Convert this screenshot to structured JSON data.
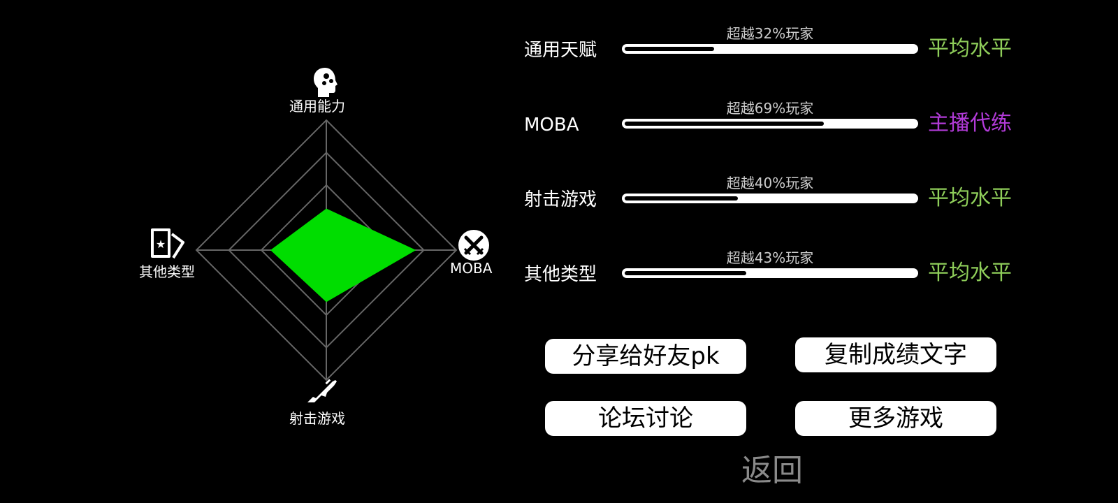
{
  "radar": {
    "axes": [
      {
        "key": "general",
        "label": "通用能力",
        "icon": "head-gears-icon",
        "value": 0.32
      },
      {
        "key": "moba",
        "label": "MOBA",
        "icon": "crossed-swords-icon",
        "value": 0.69
      },
      {
        "key": "shooter",
        "label": "射击游戏",
        "icon": "rifle-icon",
        "value": 0.4
      },
      {
        "key": "other",
        "label": "其他类型",
        "icon": "cards-icon",
        "value": 0.43
      }
    ],
    "fill_color": "#00dd00",
    "grid_color": "#666666"
  },
  "stats": [
    {
      "name": "通用天赋",
      "caption": "超越32%玩家",
      "percent": 32,
      "level": "平均水平",
      "level_color": "#8fce5a"
    },
    {
      "name": "MOBA",
      "caption": "超越69%玩家",
      "percent": 69,
      "level": "主播代练",
      "level_color": "#b23bd8"
    },
    {
      "name": "射击游戏",
      "caption": "超越40%玩家",
      "percent": 40,
      "level": "平均水平",
      "level_color": "#8fce5a"
    },
    {
      "name": "其他类型",
      "caption": "超越43%玩家",
      "percent": 43,
      "level": "平均水平",
      "level_color": "#8fce5a"
    }
  ],
  "buttons": {
    "share": "分享给好友pk",
    "copy": "复制成绩文字",
    "forum": "论坛讨论",
    "more_games": "更多游戏",
    "back": "返回"
  }
}
